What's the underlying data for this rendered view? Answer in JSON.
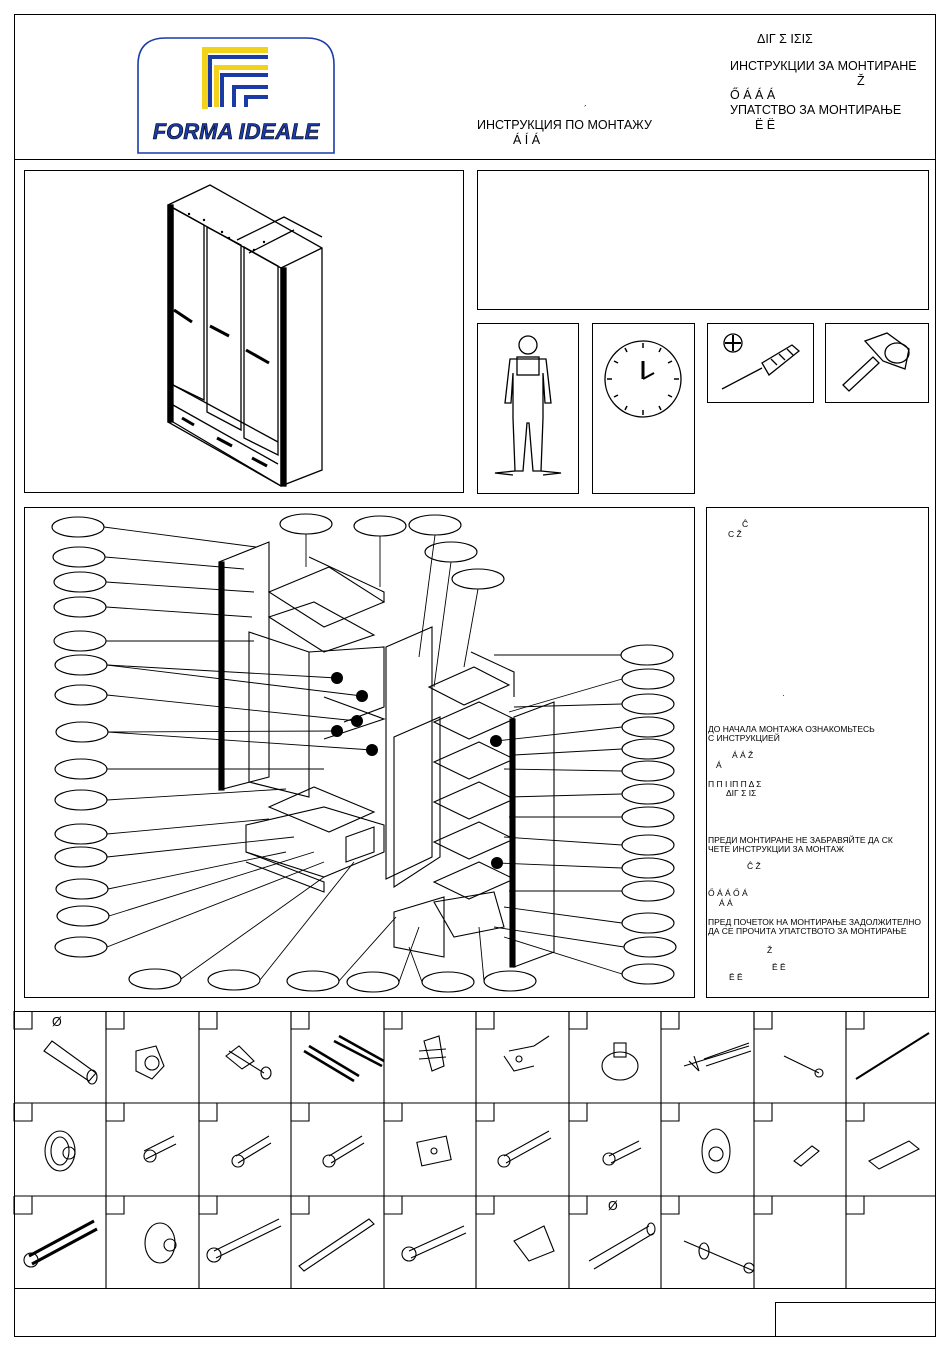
{
  "brand": {
    "logo_text": "FORMA IDEALE"
  },
  "header": {
    "left_title": "ИНСТРУКЦИЯ ПО МОНТАЖУ",
    "left_sub": "Á   Í   Á",
    "left_mark": "´",
    "right_lines": [
      "ΔΙΓ    Σ      ΙΣΙΣ",
      "ИНСТРУКЦИИ ЗА МОНТИРАНЕ",
      "Ž",
      "Ő          Á          Á                       Á",
      "УПАТСТВО ЗА МОНТИРАЊЕ",
      "Ë             Ë"
    ]
  },
  "notes": {
    "lines_top": [
      "Ĉ",
      "C                                                 Ž"
    ],
    "dot": "·",
    "ru_line1": "ДО НАЧАЛА МОНТАЖА ОЗНАКОМЬТЕСЬ",
    "ru_line2": "С ИНСТРУКЦИЕЙ",
    "l1": "Á                    Á                                             Ž",
    "l2": "Á",
    "gr1": "Π       Π    Ι        ΙΠ    Π          Δ          Σ",
    "gr2": "ΔΙΓ   Σ    ΙΣ",
    "bg1": "ПРЕДИ МОНТИРАНЕ НЕ ЗАБРАВЯЙТЕ ДА СК",
    "bg2": "ЧЕТЕ ИНСТРУКЦИИ ЗА МОНТАЖ",
    "l3": "Ĉ                          Ž",
    "l4": "Ő       Á      Á        Ő       Á",
    "l5": "Á                     Á",
    "mk1": "ПРЕД ПОЧЕТОК НА МОНТИРАЊЕ ЗАДОЛЖИТЕЛНО",
    "mk2": "ДА СЕ ПРОЧИТА УПАТСТВОТО ЗА МОНТИРАЊЕ",
    "l6": "Ž",
    "l7": "Ë                  Ë",
    "l8": "Ë            Ë"
  },
  "parts": {
    "diam1": "Ø",
    "diam2": "Ø"
  },
  "colors": {
    "line": "#000000",
    "logo_blue": "#1a3aa8",
    "logo_yellow": "#f2d21a"
  },
  "icons": [
    "person-icon",
    "clock-icon",
    "screwdriver-icon",
    "hammer-icon"
  ]
}
